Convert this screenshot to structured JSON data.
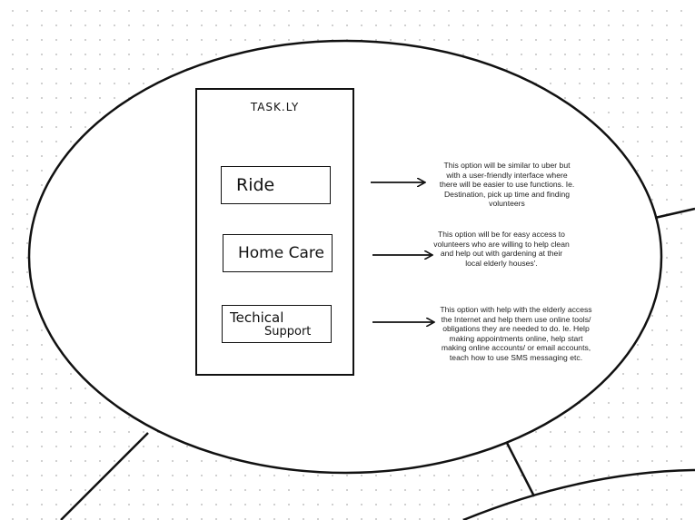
{
  "app": {
    "title": "TASK.LY",
    "options": [
      {
        "label": "Ride"
      },
      {
        "label": "Home Care"
      },
      {
        "label_line1": "Techical",
        "label_line2": "Support"
      }
    ]
  },
  "descriptions": [
    "This option will be similar to uber but with a user-friendly interface where there will be easier to use functions. Ie. Destination, pick up time and finding volunteers",
    "This option will be for easy access to volunteers who are willing to help clean and help out with gardening at their local elderly houses'.",
    "This option with help with the elderly access the Internet and help them use online tools/ obligations they are needed to do. Ie. Help making appointments online, help start making online accounts/ or email accounts, teach how to use SMS messaging etc."
  ],
  "colors": {
    "stroke": "#111111",
    "dots": "#c9c9c9",
    "background": "#ffffff"
  }
}
